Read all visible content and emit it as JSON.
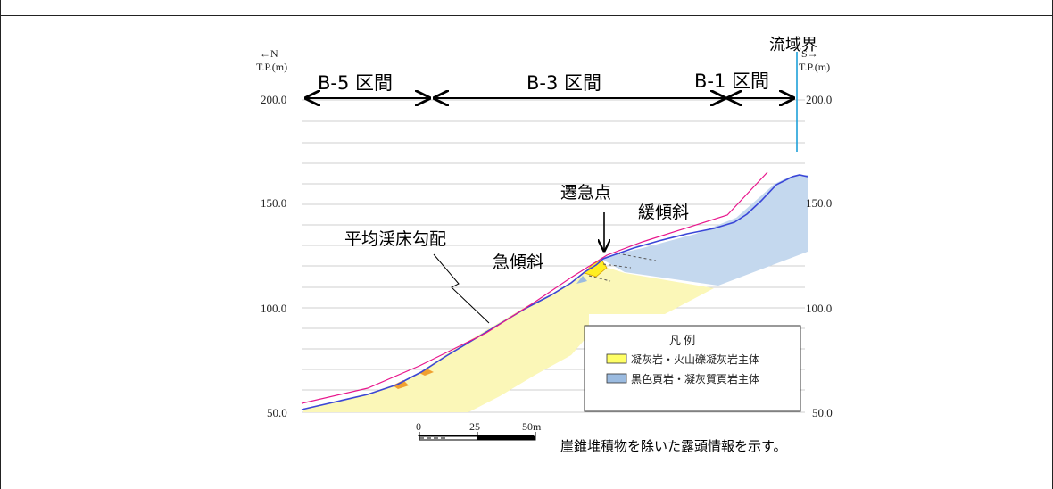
{
  "left_axis": {
    "direction": "←N",
    "unit": "T.P.(m)",
    "ticks": [
      "200.0",
      "150.0",
      "100.0",
      "50.0"
    ]
  },
  "right_axis": {
    "direction": "S→",
    "unit": "T.P.(m)",
    "ticks": [
      "200.0",
      "150.0",
      "100.0",
      "50.0"
    ]
  },
  "sections": {
    "b5": "B-5 区間",
    "b3": "B-3 区間",
    "b1": "B-1 区間"
  },
  "labels": {
    "watershed": "流域界",
    "knickpoint": "遷急点",
    "gentle": "緩傾斜",
    "steep": "急傾斜",
    "avg_gradient": "平均渓床勾配"
  },
  "legend": {
    "title": "凡 例",
    "items": [
      {
        "label": "凝灰岩・火山礫凝灰岩主体",
        "color": "#ffff66"
      },
      {
        "label": "黒色頁岩・凝灰質頁岩主体",
        "color": "#9bbbe0"
      }
    ]
  },
  "scale_bar": {
    "ticks": [
      "0",
      "25",
      "50m"
    ]
  },
  "note": "崖錐堆積物を除いた露頭情報を示す。",
  "colors": {
    "profile_line": "#3a46d8",
    "avg_line": "#e8168c",
    "tuff_fill": "#fbf7b8",
    "shale_fill": "#c4d8ee",
    "watershed_line": "#1ea0d8"
  }
}
